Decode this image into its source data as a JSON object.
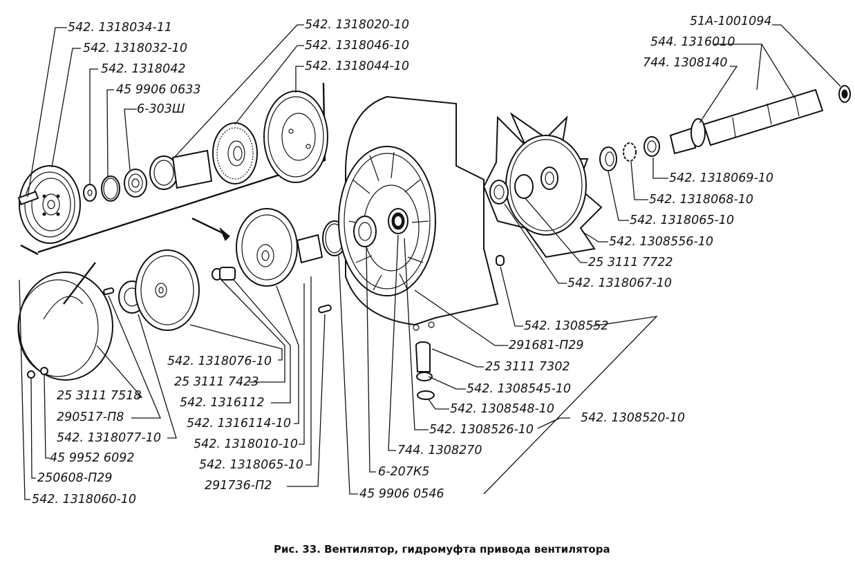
{
  "caption": "Рис. 33. Вентилятор, гидромуфта привода вентилятора",
  "labels": {
    "l_1318034_11": "542. 1318034-11",
    "l_1318032_10": "542. 1318032-10",
    "l_1318042": "542. 1318042",
    "l_45_9906_0633": "45 9906 0633",
    "l_6_303sh": "6-303Ш",
    "l_1318020_10": "542. 1318020-10",
    "l_1318046_10": "542. 1318046-10",
    "l_1318044_10": "542. 1318044-10",
    "l_51a_1001094": "51А-1001094",
    "l_544_1316010": "544. 1316010",
    "l_744_1308140": "744. 1308140",
    "l_1318069_10": "542. 1318069-10",
    "l_1318068_10": "542. 1318068-10",
    "l_1318065_10_right": "542. 1318065-10",
    "l_1308556_10": "542. 1308556-10",
    "l_25_3111_7722": "25 3111 7722",
    "l_1318067_10": "542. 1318067-10",
    "l_1308552": "542. 1308552",
    "l_291681_p29": "291681-П29",
    "l_25_3111_7302": "25 3111 7302",
    "l_1308545_10": "542. 1308545-10",
    "l_1308548_10": "542. 1308548-10",
    "l_1308526_10": "542. 1308526-10",
    "l_1308520_10": "542. 1308520-10",
    "l_744_1308270": "744.  1308270",
    "l_6_207k5": "6-207К5",
    "l_45_9906_0546": "45 9906 0546",
    "l_1318076_10": "542. 1318076-10",
    "l_25_3111_7423": "25 3111 7423",
    "l_1316112": "542. 1316112",
    "l_1316114_10": "542. 1316114-10",
    "l_1318010_10": "542. 1318010-10",
    "l_1318065_10_left": "542. 1318065-10",
    "l_291736_p2": "291736-П2",
    "l_25_3111_7518": "25 3111 7518",
    "l_290517_p8": "290517-П8",
    "l_1318077_10": "542. 1318077-10",
    "l_45_9952_6092": "45 9952 6092",
    "l_250608_p29": "250608-П29",
    "l_1318060_10": "542. 1318060-10"
  }
}
